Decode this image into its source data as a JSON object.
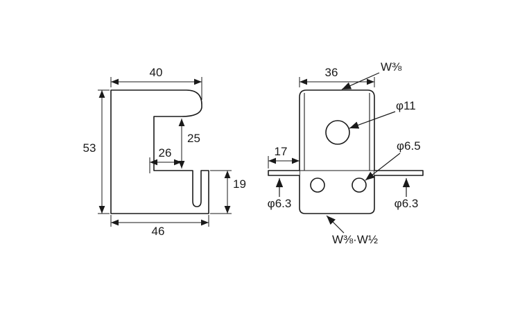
{
  "colors": {
    "line": "#1a1a1a",
    "background": "#ffffff"
  },
  "side_view": {
    "dim_top_width": "40",
    "dim_overall_height": "53",
    "dim_bottom_width": "46",
    "dim_inner_width": "26",
    "dim_opening_height": "25",
    "dim_lip_height": "19"
  },
  "front_view": {
    "dim_top_width": "36",
    "dim_flange_length": "17",
    "callout_top_thread": "W⅜",
    "callout_center_hole": "φ11",
    "callout_lower_hole": "φ6.5",
    "callout_left_flange_hole": "φ6.3",
    "callout_right_flange_hole": "φ6.3",
    "callout_bottom_thread": "W⅜·W½"
  }
}
